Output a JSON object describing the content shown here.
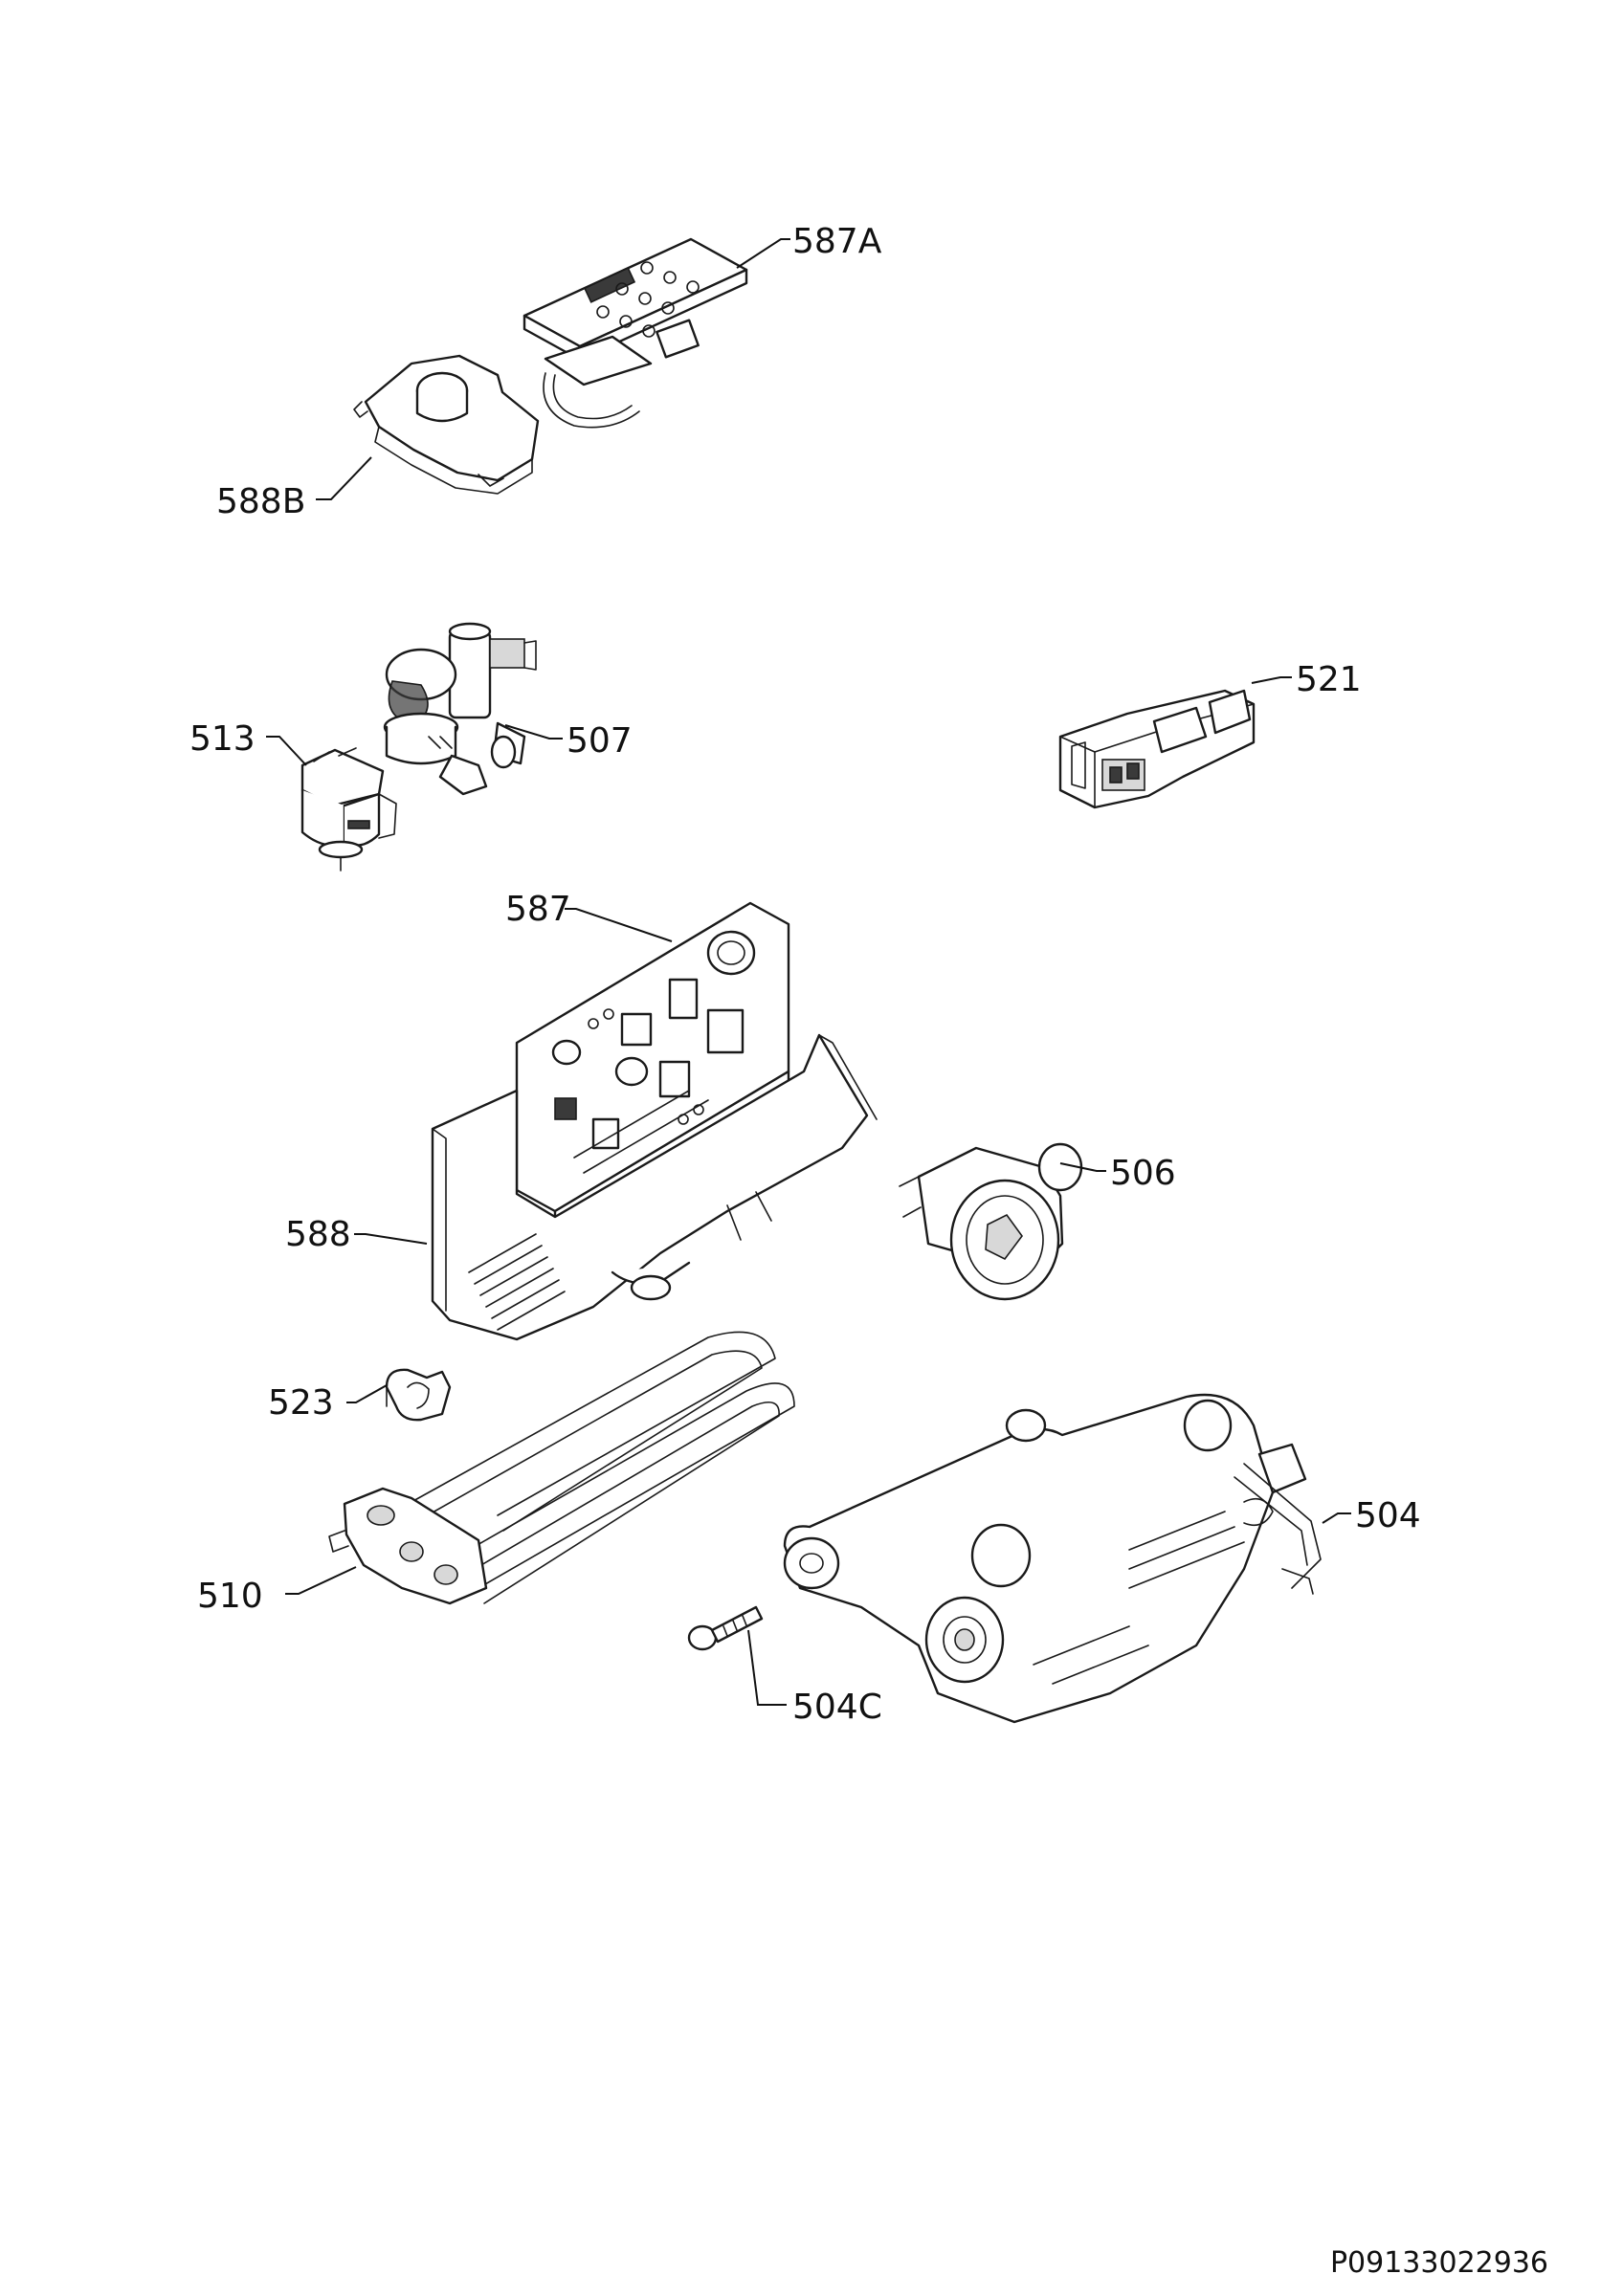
{
  "callouts": [
    {
      "id": "587A",
      "label": "587A"
    },
    {
      "id": "588B",
      "label": "588B"
    },
    {
      "id": "513",
      "label": "513"
    },
    {
      "id": "507",
      "label": "507"
    },
    {
      "id": "521",
      "label": "521"
    },
    {
      "id": "587",
      "label": "587"
    },
    {
      "id": "506",
      "label": "506"
    },
    {
      "id": "588",
      "label": "588"
    },
    {
      "id": "523",
      "label": "523"
    },
    {
      "id": "510",
      "label": "510"
    },
    {
      "id": "504",
      "label": "504"
    },
    {
      "id": "504C",
      "label": "504C"
    }
  ],
  "document_code": "P09133022936"
}
